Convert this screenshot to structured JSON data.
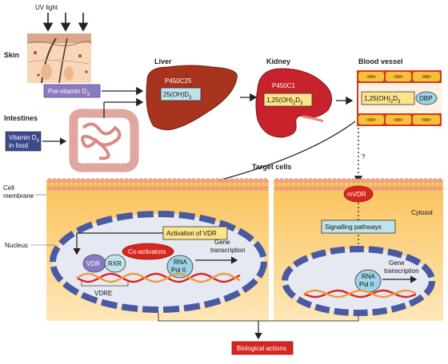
{
  "labels": {
    "uv_light": "UV light",
    "skin": "Skin",
    "pre_vitamin_d3": "Pre-vitamin D",
    "intestines": "Intestines",
    "vitamin_d3_food_line1": "Vitamin D",
    "vitamin_d3_food_line2": "in food",
    "liver": "Liver",
    "p450c25": "P450C25",
    "oh_d3": "25(OH)D",
    "kidney": "Kidney",
    "p450c1": "P450C1",
    "oh2_d3_kidney": "1,25(OH)",
    "blood_vessel": "Blood vessel",
    "oh2_d3_blood": "1,25(OH)",
    "dbp": "DBP",
    "question_mark": "?",
    "target_cells": "Target cells",
    "cell_membrane_line1": "Cell",
    "cell_membrane_line2": "membrane",
    "mvdr": "mVDR",
    "cytosol": "Cytosol",
    "nucleus": "Nucleus",
    "activation_of_vdr": "Activation of VDR",
    "co_activators": "Co-activators",
    "vdr": "VDR",
    "rxr": "RXR",
    "rna_pol_ii_line1": "RNA",
    "rna_pol_ii_line2": "Pol II",
    "gene_transcription_line1": "Gene",
    "gene_transcription_line2": "transcription",
    "vdre": "VDRE",
    "signalling_pathways": "Signalling pathways",
    "rna_pol_ii_right_line1": "RNA",
    "rna_pol_ii_right_line2": "Pol II",
    "gene_transcription_right_line1": "Gene",
    "gene_transcription_right_line2": "transcription",
    "biological_actions": "Biological actions",
    "sub_3": "3",
    "sub_2": "2"
  },
  "colors": {
    "purple_box": "#8a7bbf",
    "blue_box": "#3a4a8c",
    "yellow_box": "#fde48a",
    "teal_box": "#bfe3ea",
    "liver": "#a8341f",
    "kidney": "#c8232c",
    "blood_red": "#d23a1d",
    "blood_cell": "#f3c13a",
    "cytosol": "#f9b94c",
    "membrane": "#f2a18c",
    "nucleus_ring": "#4a5aa2",
    "nucleus_fill": "#e6e8f2",
    "dna_red": "#d8271d",
    "dna_orange": "#f19a3a",
    "biological_red": "#d7261e"
  }
}
